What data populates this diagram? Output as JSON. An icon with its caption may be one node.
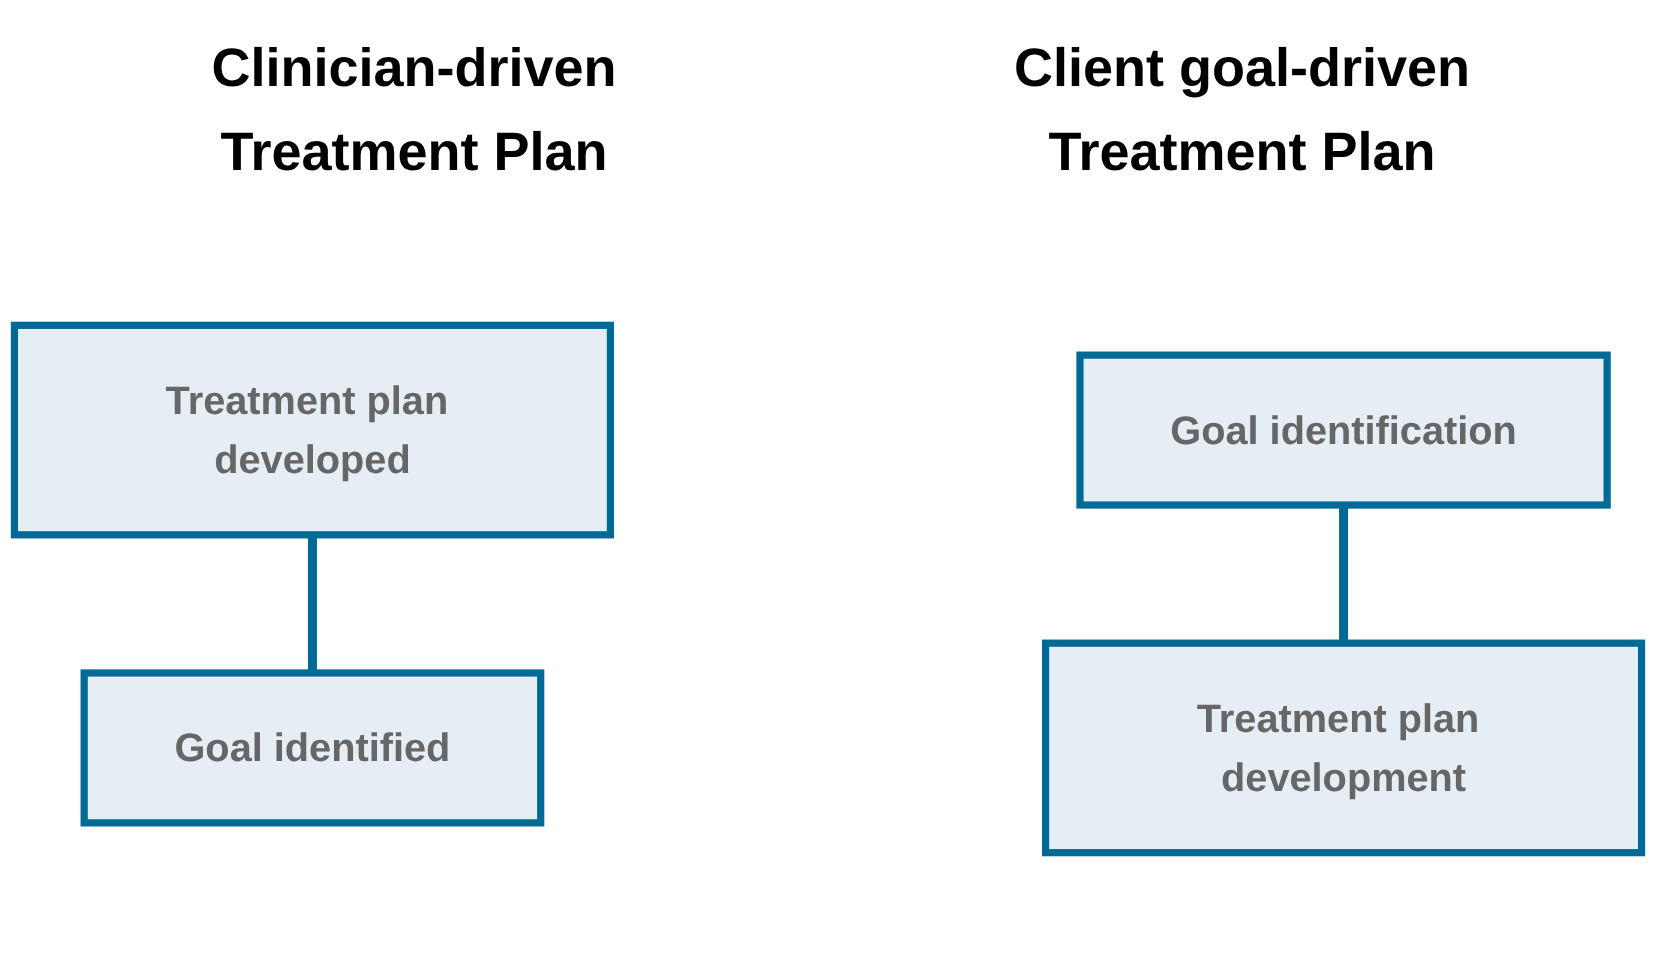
{
  "diagram": {
    "nodes": [
      {
        "text": [
          "Treatment plan developed"
        ]
      },
      {
        "text": [
          "Goal identified"
        ]
      },
      {
        "text": [
          "Goal identification"
        ]
      },
      {
        "text": [
          "Treatment plan development"
        ]
      }
    ],
    "edges": [
      {
        "from": 0,
        "to": 1,
        "arrow": "none"
      },
      {
        "from": 2,
        "to": 3,
        "arrow": "none"
      }
    ],
    "labels": [
      "Clinician-driven Treatment Plan",
      "Client goal-driven Treatment Plan"
    ]
  }
}
